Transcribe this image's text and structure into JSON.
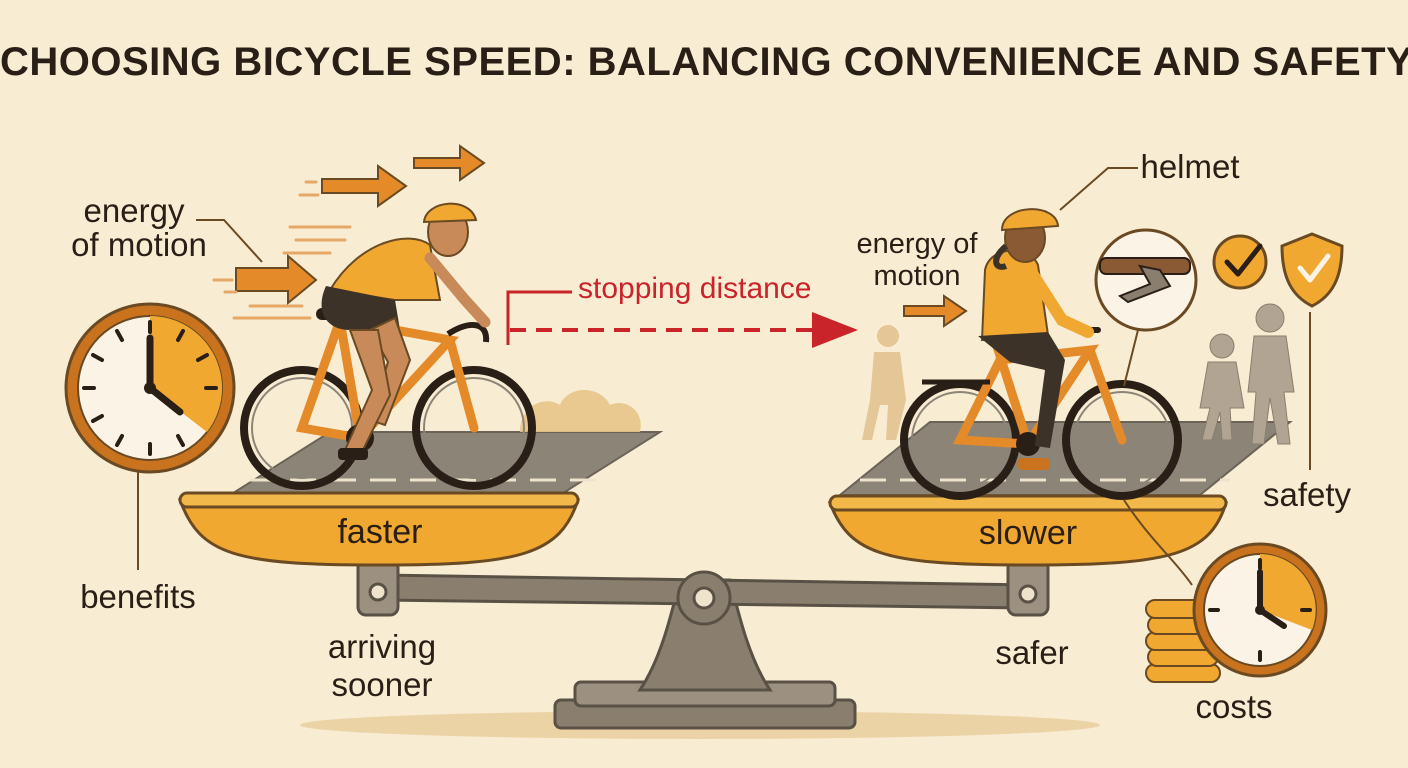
{
  "title": "CHOOSING BICYCLE SPEED: BALANCING CONVENIENCE AND SAFETY",
  "left": {
    "energy_line1": "energy",
    "energy_line2": "of motion",
    "pan_label": "faster",
    "benefits": "benefits",
    "arriving_line1": "arriving",
    "arriving_line2": "sooner"
  },
  "middle": {
    "stopping_distance": "stopping distance"
  },
  "right": {
    "helmet": "helmet",
    "energy_line1": "energy of",
    "energy_line2": "motion",
    "pan_label": "slower",
    "safety": "safety",
    "safer": "safer",
    "costs": "costs"
  },
  "colors": {
    "background": "#f8ecd2",
    "accent_orange": "#f0a830",
    "dark_orange": "#c9731e",
    "text": "#2a1f17",
    "red": "#c8242a",
    "scale_gray": "#8a7e6e"
  },
  "icons": [
    "clock-icon",
    "checkmark-icon",
    "shield-check-icon",
    "brake-lever-icon",
    "coins-icon",
    "helmet-icon"
  ]
}
